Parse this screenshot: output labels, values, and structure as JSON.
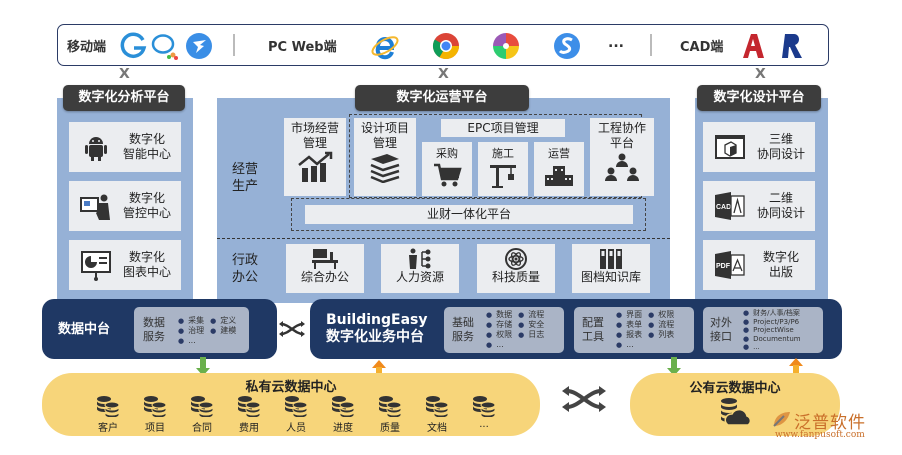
{
  "clients": {
    "mobile": {
      "label": "移动端",
      "icons": [
        "g-mobile-icon",
        "chat-app-icon",
        "dingtalk-icon"
      ]
    },
    "pc": {
      "label": "PC Web端",
      "icons": [
        "ie-browser-icon",
        "chrome-browser-icon",
        "pinwheel-browser-icon",
        "sogou-browser-icon"
      ],
      "more": "..."
    },
    "cad": {
      "label": "CAD端",
      "icons": [
        "autocad-icon",
        "revit-icon"
      ]
    }
  },
  "analysis_platform": {
    "title": "数字化分析平台",
    "items": [
      {
        "line1": "数字化",
        "line2": "智能中心",
        "icon": "android-robot-icon"
      },
      {
        "line1": "数字化",
        "line2": "管控中心",
        "icon": "monitor-person-icon"
      },
      {
        "line1": "数字化",
        "line2": "图表中心",
        "icon": "presentation-chart-icon"
      }
    ]
  },
  "operation_platform": {
    "title": "数字化运营平台",
    "production": {
      "label_line1": "经营",
      "label_line2": "生产",
      "market": {
        "line1": "市场经营",
        "line2": "管理",
        "icon": "growth-chart-icon"
      },
      "design_project": {
        "line1": "设计项目",
        "line2": "管理",
        "icon": "layers-icon"
      },
      "epc": {
        "title": "EPC项目管理",
        "subs": [
          {
            "label": "采购",
            "icon": "cart-icon"
          },
          {
            "label": "施工",
            "icon": "crane-icon"
          },
          {
            "label": "运营",
            "icon": "building-icon"
          }
        ]
      },
      "collab": {
        "line1": "工程协作",
        "line2": "平台",
        "icon": "team-icon"
      },
      "finance": "业财一体化平台"
    },
    "admin": {
      "label_line1": "行政",
      "label_line2": "办公",
      "items": [
        {
          "label": "综合办公",
          "icon": "office-desk-icon"
        },
        {
          "label": "人力资源",
          "icon": "hr-org-icon"
        },
        {
          "label": "科技质量",
          "icon": "atom-icon"
        },
        {
          "label": "图档知识库",
          "icon": "binders-icon"
        }
      ]
    }
  },
  "design_platform": {
    "title": "数字化设计平台",
    "items": [
      {
        "line1": "三维",
        "line2": "协同设计",
        "icon": "3d-cube-window-icon"
      },
      {
        "line1": "二维",
        "line2": "协同设计",
        "icon": "cad-file-icon"
      },
      {
        "line1": "数字化",
        "line2": "出版",
        "icon": "pdf-file-icon"
      }
    ]
  },
  "data_middle": {
    "title": "数据中台",
    "service": {
      "key_line1": "数据",
      "key_line2": "服务",
      "items": [
        "采集",
        "定义",
        "治理",
        "建模",
        "..."
      ]
    }
  },
  "business_middle": {
    "title_line1": "BuildingEasy",
    "title_line2": "数字化业务中台",
    "basic": {
      "key_line1": "基础",
      "key_line2": "服务",
      "items": [
        "数据",
        "流程",
        "存储",
        "安全",
        "权限",
        "日志",
        "..."
      ]
    },
    "config": {
      "key_line1": "配置",
      "key_line2": "工具",
      "items": [
        "界面",
        "权限",
        "表单",
        "流程",
        "报表",
        "列表",
        "..."
      ]
    },
    "external": {
      "key_line1": "对外",
      "key_line2": "接口",
      "items": [
        "财务/人事/档案",
        "Project/P3/P6",
        "ProjectWise",
        "Documentum",
        "..."
      ]
    }
  },
  "private_cloud": {
    "title": "私有云数据中心",
    "dbs": [
      "客户",
      "项目",
      "合同",
      "费用",
      "人员",
      "进度",
      "质量",
      "文档",
      "..."
    ]
  },
  "public_cloud": {
    "title": "公有云数据中心",
    "icon": "cloud-database-icon"
  },
  "brand": {
    "name": "泛普软件",
    "url": "www.fanpusoft.com"
  },
  "colors": {
    "navy": "#1f3864",
    "panel_blue": "#96b1d6",
    "card_gray": "#ebedf0",
    "cloud_yellow": "#f7d57a",
    "title_dark": "#3d3d3d",
    "arrow_green": "#6ab04c",
    "arrow_orange": "#f08a1c"
  }
}
